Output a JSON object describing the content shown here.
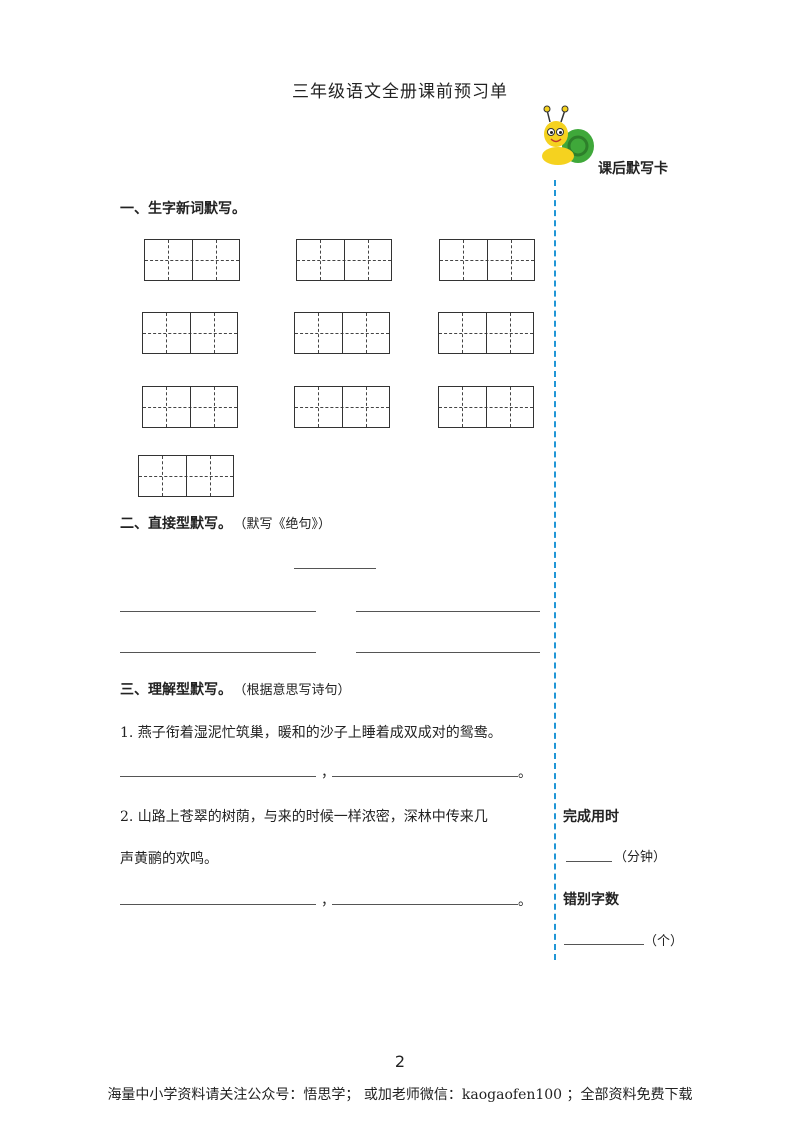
{
  "header": {
    "title": "三年级语文全册课前预习单"
  },
  "sidebar": {
    "card_title": "课后默写卡",
    "time_label": "完成用时",
    "time_unit": "（分钟）",
    "error_label": "错别字数",
    "error_unit": "（个）"
  },
  "section1": {
    "title": "一、生字新词默写。"
  },
  "section2": {
    "title": "二、直接型默写。",
    "note": "（默写《绝句》）"
  },
  "section3": {
    "title": "三、理解型默写。",
    "note": "（根据意思写诗句）",
    "q1": "1. 燕子衔着湿泥忙筑巢，暖和的沙子上睡着成双成对的鸳鸯。",
    "q2_line1": "2. 山路上苍翠的树荫，与来的时候一样浓密，深林中传来几",
    "q2_line2": "声黄鹂的欢鸣。",
    "comma": "，",
    "period": "。"
  },
  "footer": {
    "page_number": "2",
    "text": "海量中小学资料请关注公众号：悟思学；  或加老师微信：kaogaofen100 ；全部资料免费下载"
  },
  "colors": {
    "divider": "#2196d6",
    "mascot_body": "#f5d21f",
    "mascot_shell": "#3fa83a"
  }
}
